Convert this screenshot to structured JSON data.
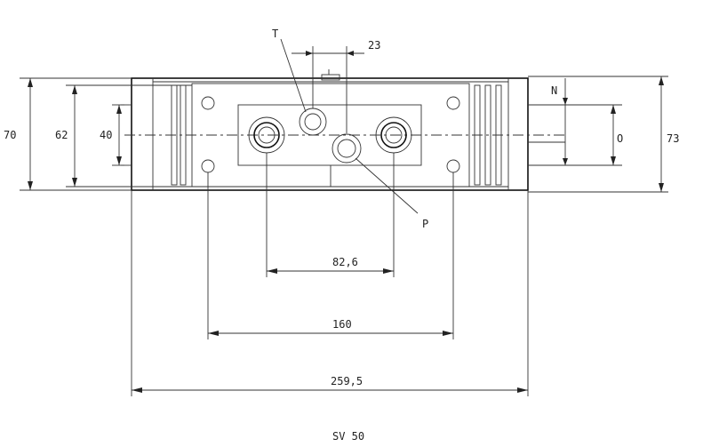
{
  "drawing": {
    "title": "SV 50",
    "port_labels": {
      "T": "T",
      "P": "P",
      "N": "N",
      "O": "O"
    },
    "dimensions": {
      "height_70": "70",
      "height_62": "62",
      "height_40": "40",
      "height_73": "73",
      "spacing_23": "23",
      "width_82_6": "82,6",
      "width_160": "160",
      "width_259_5": "259,5"
    }
  }
}
